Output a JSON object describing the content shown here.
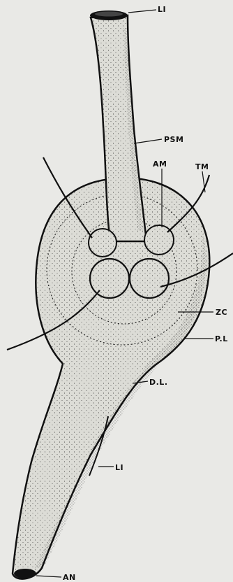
{
  "labels": {
    "li_top": "LI",
    "psm": "PSM",
    "am": "AM",
    "tm": "TM",
    "zc": "ZC",
    "pl": "P.L",
    "dl": "D.L.",
    "li_lower": "LI",
    "an": "AN"
  },
  "colors": {
    "paper": "#e9e9e6",
    "ink": "#111111",
    "organ_fill": "#dcdcd6"
  }
}
